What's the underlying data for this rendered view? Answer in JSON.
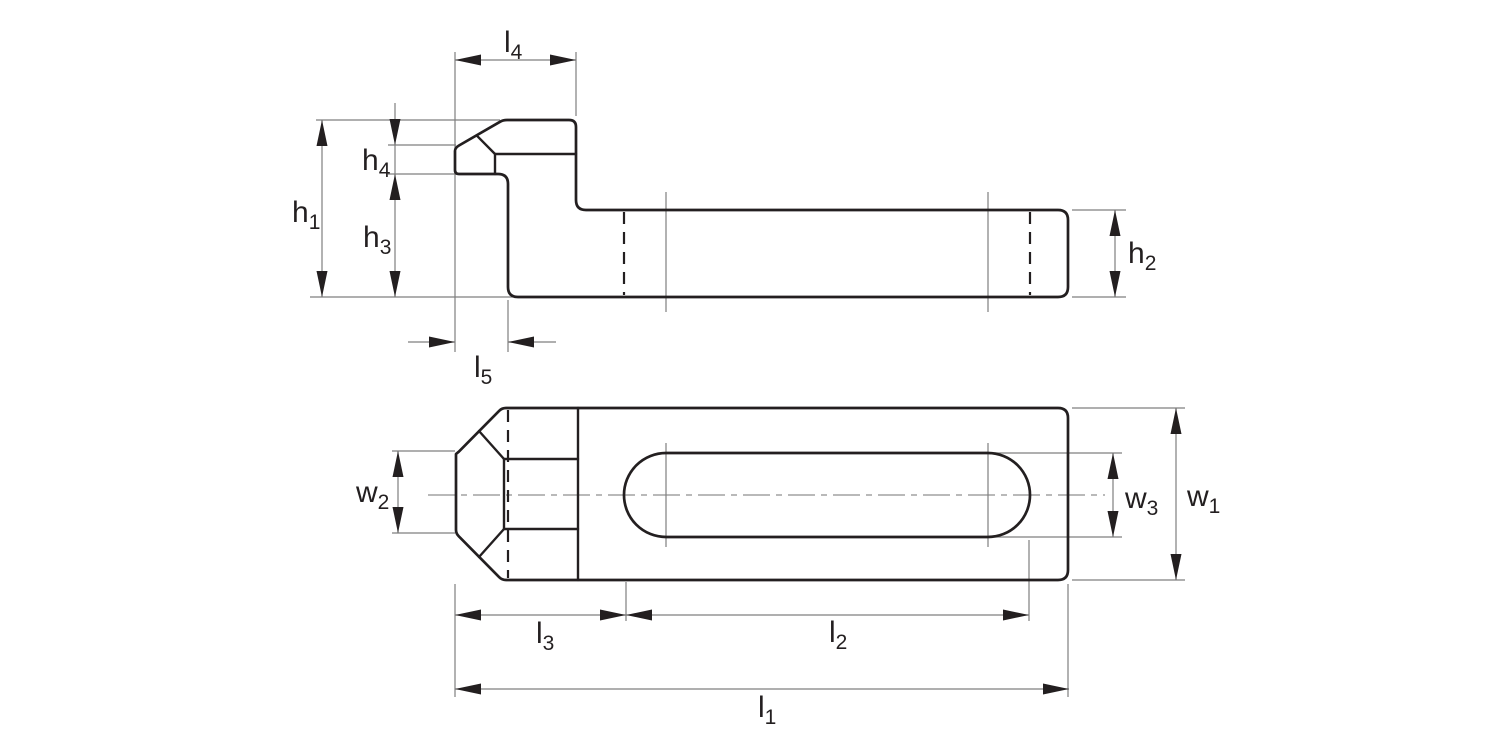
{
  "drawing": {
    "background": "#ffffff",
    "colors": {
      "outline": "#231f20",
      "hidden_line": "#231f20",
      "dimension_line": "#7f7f7f",
      "centerline": "#8f8f8f",
      "arrow": "#231f20",
      "label": "#231f20"
    },
    "side_view": {
      "labels": {
        "l4": {
          "base": "l",
          "sub": "4"
        },
        "h4": {
          "base": "h",
          "sub": "4"
        },
        "h1": {
          "base": "h",
          "sub": "1"
        },
        "h3": {
          "base": "h",
          "sub": "3"
        },
        "h2": {
          "base": "h",
          "sub": "2"
        },
        "l5": {
          "base": "l",
          "sub": "5"
        }
      }
    },
    "plan_view": {
      "labels": {
        "w2": {
          "base": "w",
          "sub": "2"
        },
        "w3": {
          "base": "w",
          "sub": "3"
        },
        "w1": {
          "base": "w",
          "sub": "1"
        },
        "l3": {
          "base": "l",
          "sub": "3"
        },
        "l2": {
          "base": "l",
          "sub": "2"
        },
        "l1": {
          "base": "l",
          "sub": "1"
        }
      }
    }
  }
}
